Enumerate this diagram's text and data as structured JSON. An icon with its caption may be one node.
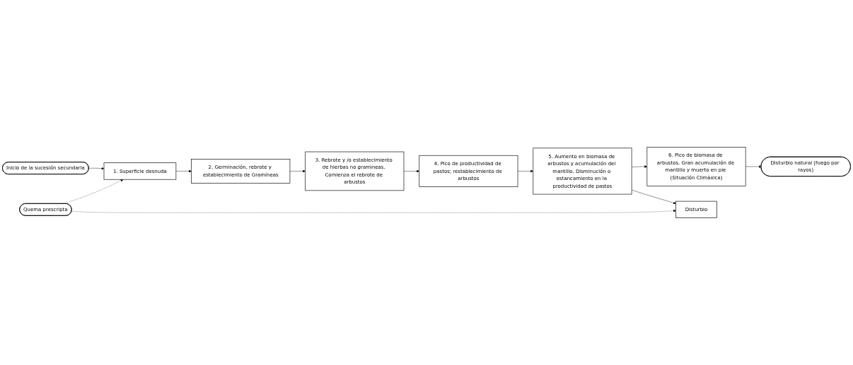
{
  "diagram": {
    "nodes": [
      {
        "text": [
          "Disturbio natural (fuego por rayos)"
        ]
      },
      {
        "text": [
          "Inicio de la sucesión secundaria"
        ]
      },
      {
        "text": [
          "1. Superficie desnuda"
        ]
      },
      {
        "text": [
          "2. Germinación, rebrote y establecimiento de Gramíneas"
        ]
      },
      {
        "text": [
          "3. Rebrote y /o establecimiento de hierbas no gramineas. Comienza el rebrote de arbustos"
        ]
      },
      {
        "text": [
          "4. Pico de productividad de pastos; restablecimiento de arbustos"
        ]
      },
      {
        "text": [
          "5. Aumento en biomasa de arbustos y acumulación del mantillo. Disminución o estancamiento en la productividad de pastos"
        ]
      },
      {
        "text": [
          "6. Pico de biomasa de arbustos. Gran acumulación de mantillo y muerto en pie (Situación Climáxica)"
        ]
      },
      {
        "text": [
          "Disturbio"
        ]
      },
      {
        "text": [
          "Quema prescripta"
        ]
      }
    ],
    "edges": [
      {
        "from": 1,
        "to": 2,
        "arrow": "to"
      },
      {
        "from": 2,
        "to": 3,
        "arrow": "to"
      },
      {
        "from": 3,
        "to": 4,
        "arrow": "to"
      },
      {
        "from": 4,
        "to": 5,
        "arrow": "to"
      },
      {
        "from": 5,
        "to": 6,
        "arrow": "to"
      },
      {
        "from": 6,
        "to": 7,
        "arrow": "to"
      },
      {
        "from": 6,
        "to": 8,
        "arrow": "to"
      },
      {
        "from": 7,
        "to": 0,
        "arrow": "to"
      },
      {
        "from": 9,
        "to": 2,
        "arrow": "to",
        "style": "dashed"
      },
      {
        "from": 9,
        "to": 8,
        "arrow": "to",
        "style": "dashed"
      }
    ]
  }
}
